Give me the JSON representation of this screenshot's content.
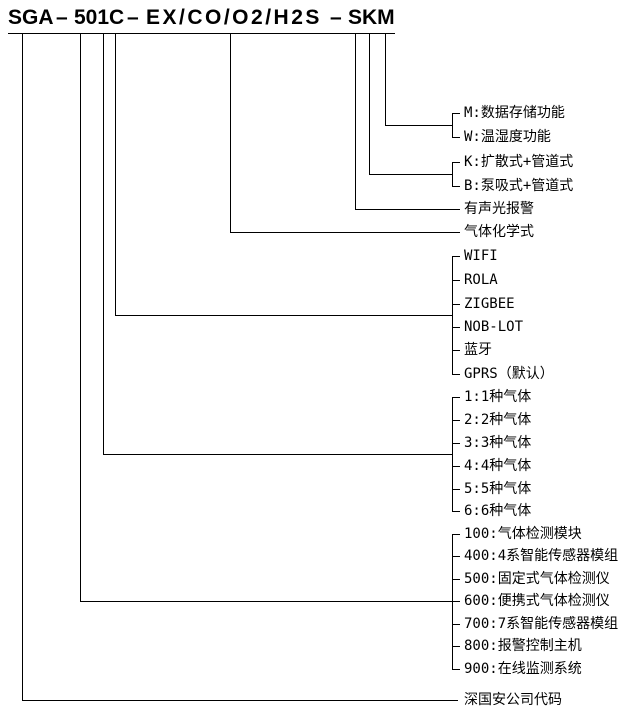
{
  "title": {
    "parts": [
      "SGA",
      "–",
      "501C",
      "–",
      "EX/CO/O2/H2S",
      "–",
      "SKM"
    ]
  },
  "labels": {
    "storage": [
      "M:数据存储功能",
      "W:温湿度功能"
    ],
    "sampling": [
      "K:扩散式+管道式",
      "B:泵吸式+管道式"
    ],
    "alarm": "有声光报警",
    "chemical": "气体化学式",
    "comm": [
      "WIFI",
      "ROLA",
      "ZIGBEE",
      "NOB-LOT",
      "蓝牙",
      "GPRS（默认）"
    ],
    "gas_count": [
      "1:1种气体",
      "2:2种气体",
      "3:3种气体",
      "4:4种气体",
      "5:5种气体",
      "6:6种气体"
    ],
    "series": [
      "100:气体检测模块",
      "400:4系智能传感器模组",
      "500:固定式气体检测仪",
      "600:便携式气体检测仪",
      "700:7系智能传感器模组",
      "800:报警控制主机",
      "900:在线监测系统"
    ],
    "company": "深国安公司代码"
  },
  "colors": {
    "line": "#000000",
    "text": "#000000",
    "background": "#ffffff"
  }
}
